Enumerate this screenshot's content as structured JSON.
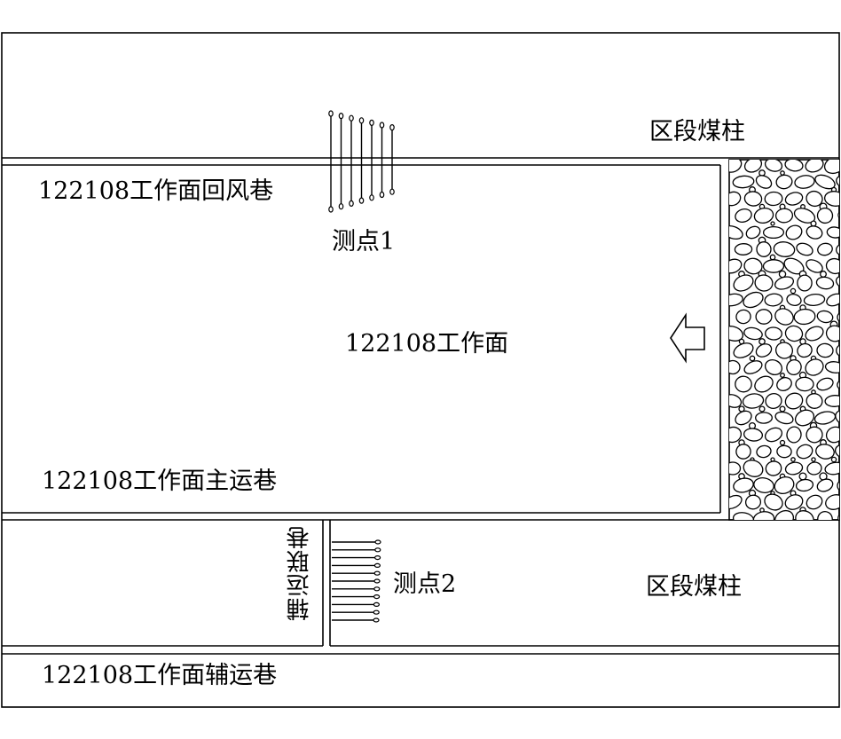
{
  "labels": {
    "pillar_top": "区段煤柱",
    "return_airway": "122108工作面回风巷",
    "point_1": "测点1",
    "working_face": "122108工作面",
    "main_haulage": "122108工作面主运巷",
    "connecting_roadway": "辅运联巷",
    "point_2": "测点2",
    "pillar_bottom": "区段煤柱",
    "auxiliary_haulage": "122108工作面辅运巷"
  },
  "measurement_points": {
    "point_1_anchor_count": 7,
    "point_2_anchor_count": 11
  },
  "colors": {
    "line": "#000000",
    "background": "#ffffff"
  }
}
